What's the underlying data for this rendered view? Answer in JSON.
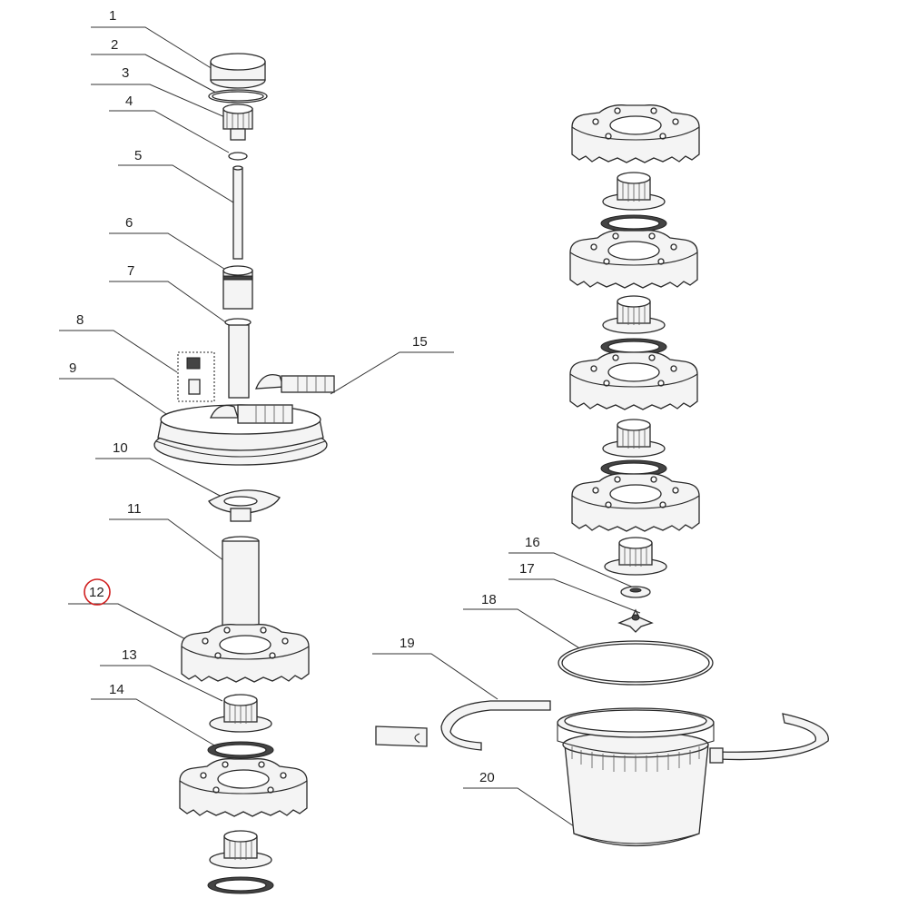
{
  "callouts": [
    "1",
    "2",
    "3",
    "4",
    "5",
    "6",
    "7",
    "8",
    "9",
    "10",
    "11",
    "12",
    "13",
    "14",
    "15",
    "16",
    "17",
    "18",
    "19",
    "20"
  ],
  "highlight": {
    "label": "12",
    "color": "#d01f1f"
  },
  "colors": {
    "line": "#2a2a2a",
    "fill": "#f4f4f4"
  }
}
